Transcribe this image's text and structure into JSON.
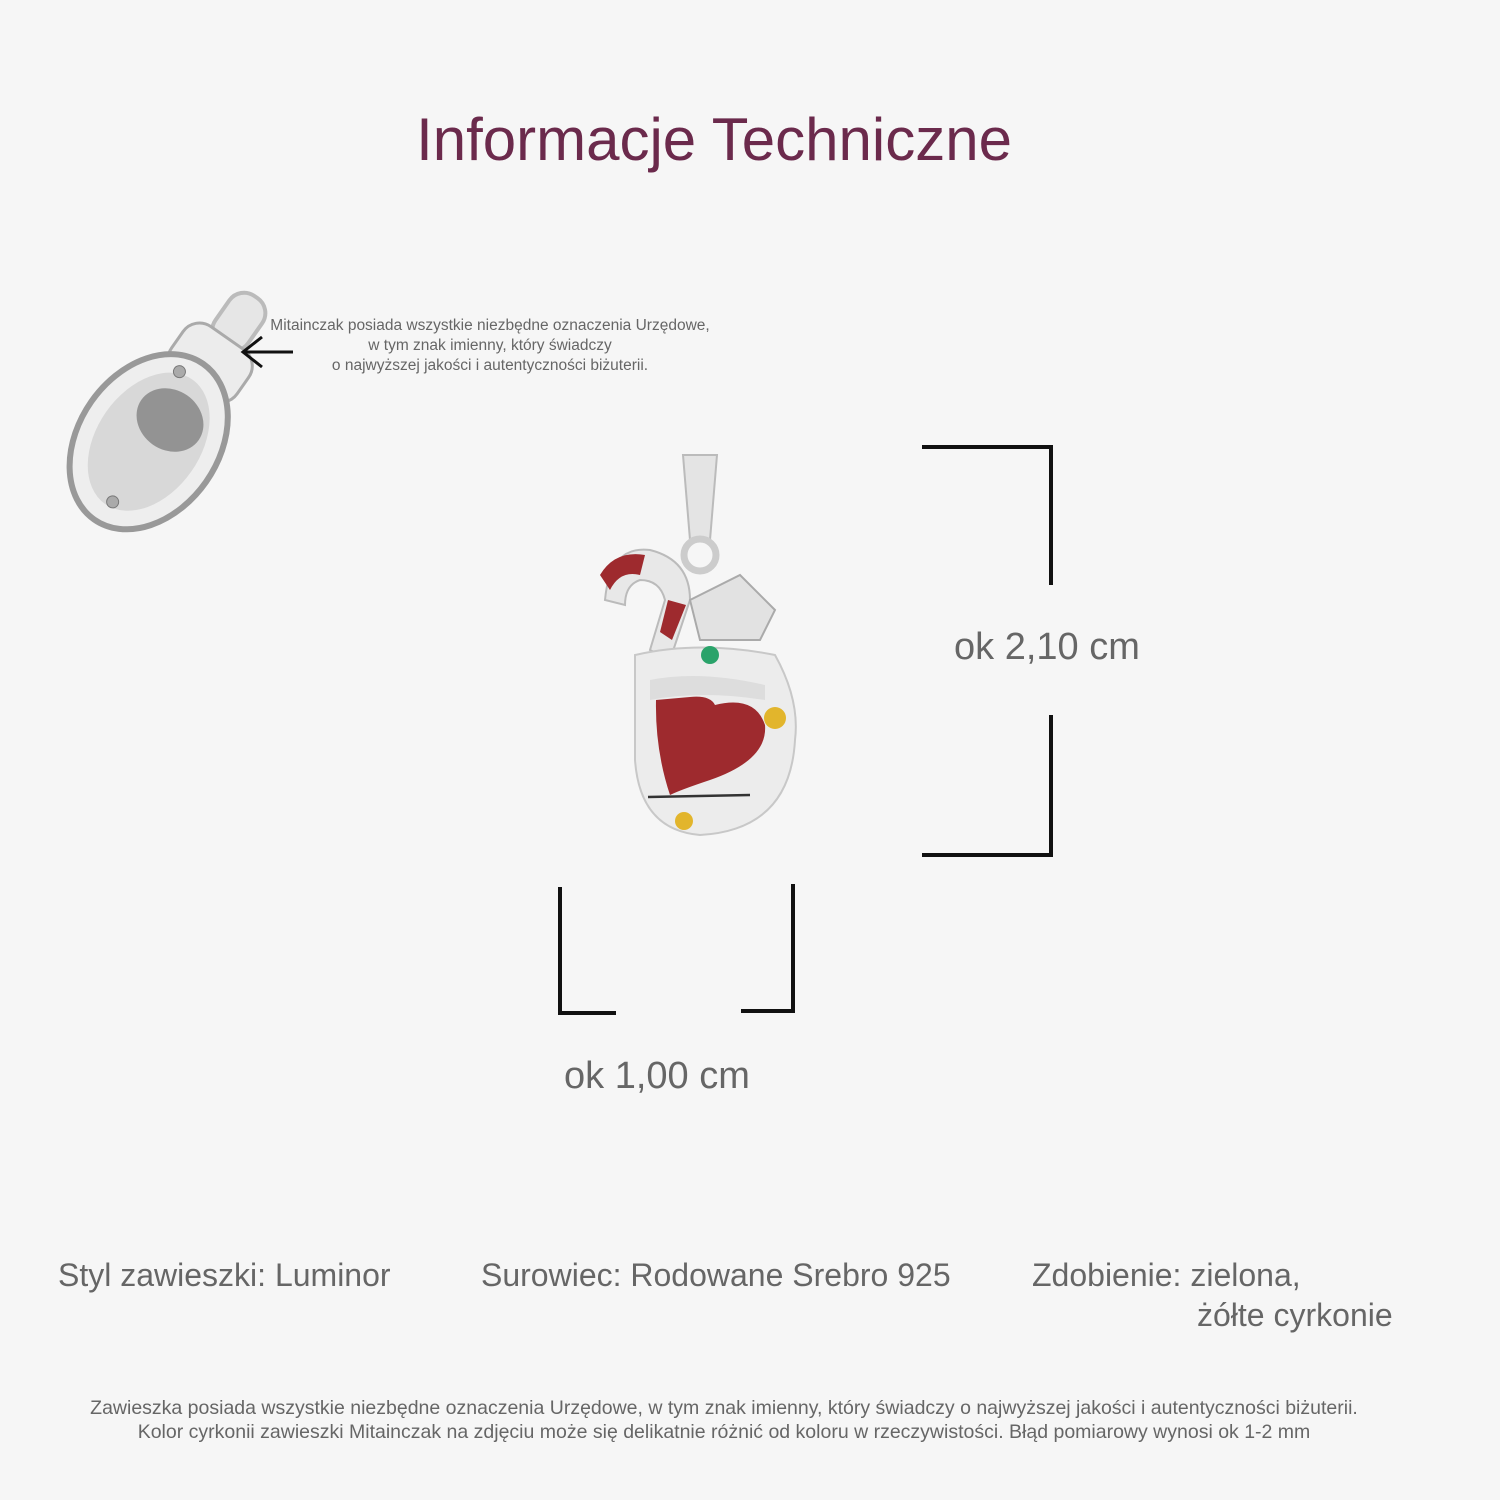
{
  "title": "Informacje Techniczne",
  "hallmark_note": {
    "line1": "Mitainczak posiada wszystkie niezbędne oznaczenia Urzędowe,",
    "line2": "w tym znak imienny, który świadczy",
    "line3": "o najwyższej jakości i autentyczności biżuterii."
  },
  "dimensions": {
    "height": "ok 2,10 cm",
    "width": "ok 1,00 cm"
  },
  "specs": {
    "style": "Styl zawieszki: Luminor",
    "material": "Surowiec: Rodowane Srebro 925",
    "decoration_line1": "Zdobienie: zielona,",
    "decoration_line2": "żółte cyrkonie"
  },
  "footer": {
    "line1": "Zawieszka posiada wszystkie niezbędne oznaczenia Urzędowe, w tym znak imienny, który świadczy o najwyższej jakości i autentyczności biżuterii.",
    "line2": "Kolor cyrkonii zawieszki Mitainczak na zdjęciu może się delikatnie różnić od koloru w rzeczywistości. Błąd pomiarowy wynosi ok 1-2 mm"
  },
  "colors": {
    "title": "#6b2a4c",
    "enamel": "#9e2a2e",
    "green_stone": "#2aa36a",
    "yellow_stone": "#e2b52c"
  }
}
